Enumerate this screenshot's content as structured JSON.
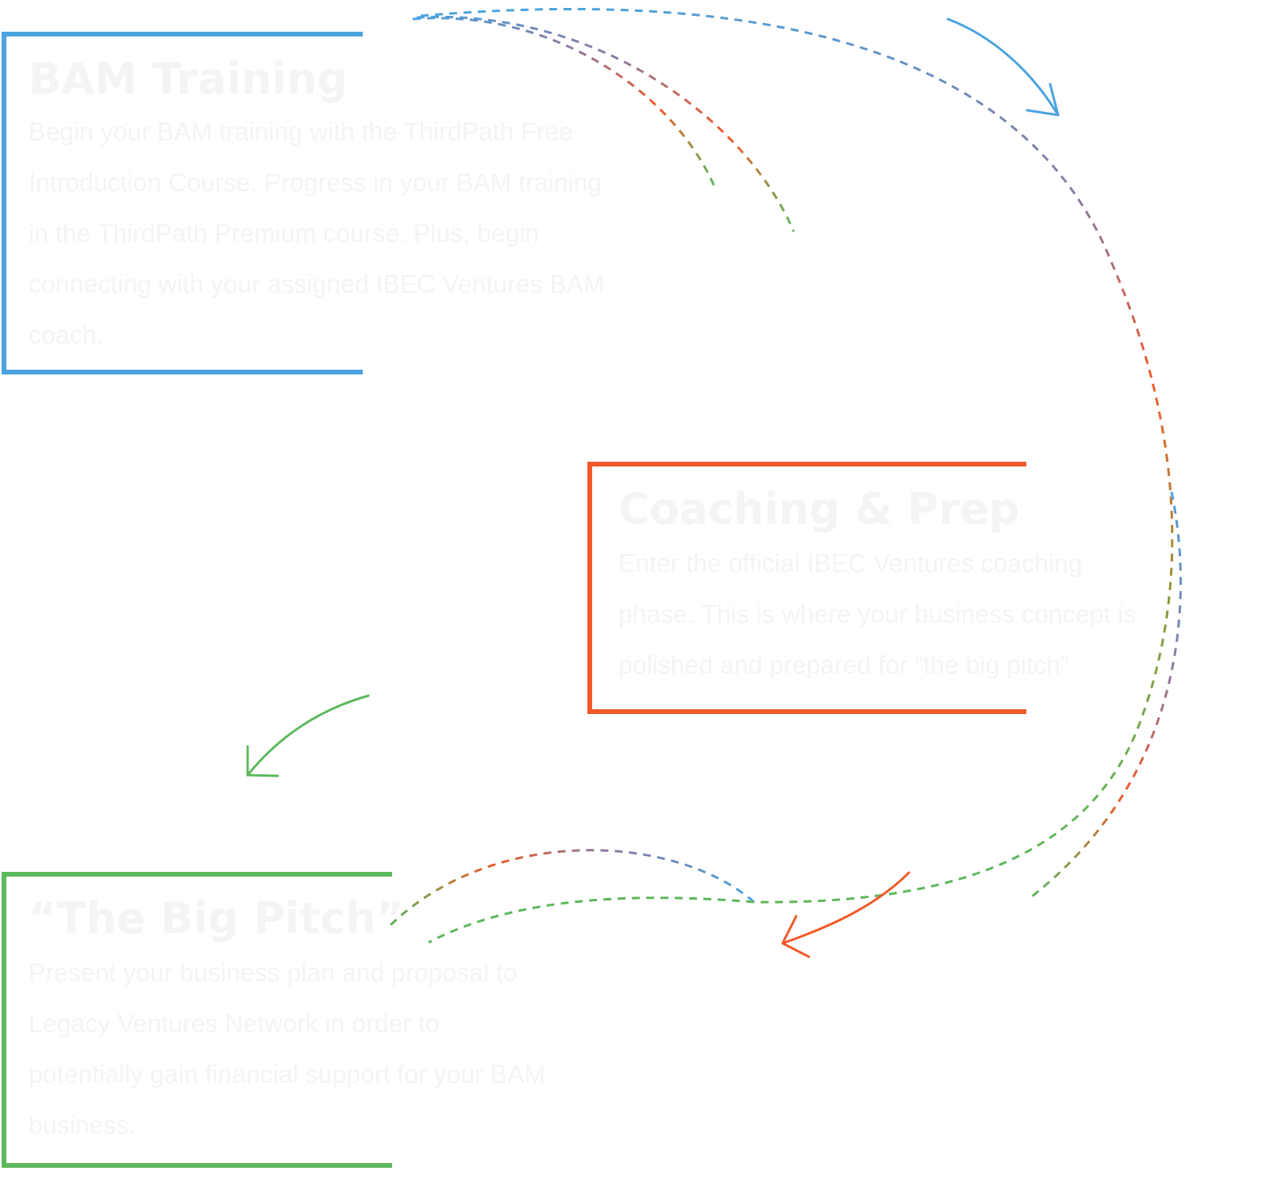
{
  "steps": [
    {
      "title": "BAM Training",
      "body": "Begin your BAM training with the ThirdPath Free Introduction Course. Progress in your BAM training in the ThirdPath Premium course. Plus, begin connecting with your assigned IBEC Ventures BAM coach.",
      "color": "#4aa3df"
    },
    {
      "title": "Coaching & Prep",
      "body": "Enter the official IBEC Ventures coaching phase. This is where your business concept is polished and prepared for “the big pitch”.",
      "color": "#f05a28"
    },
    {
      "title": "“The Big Pitch”",
      "body": "Present your business plan and proposal to Legacy Ventures Network in order to potentially gain financial support for your BAM business.",
      "color": "#5cb85c"
    }
  ],
  "connector_colors": {
    "blue": "#4aa3df",
    "orange": "#f05a28",
    "green": "#5cb85c",
    "gradient_mid": "#8c7a9e",
    "gradient_olive": "#8a9a3a"
  }
}
